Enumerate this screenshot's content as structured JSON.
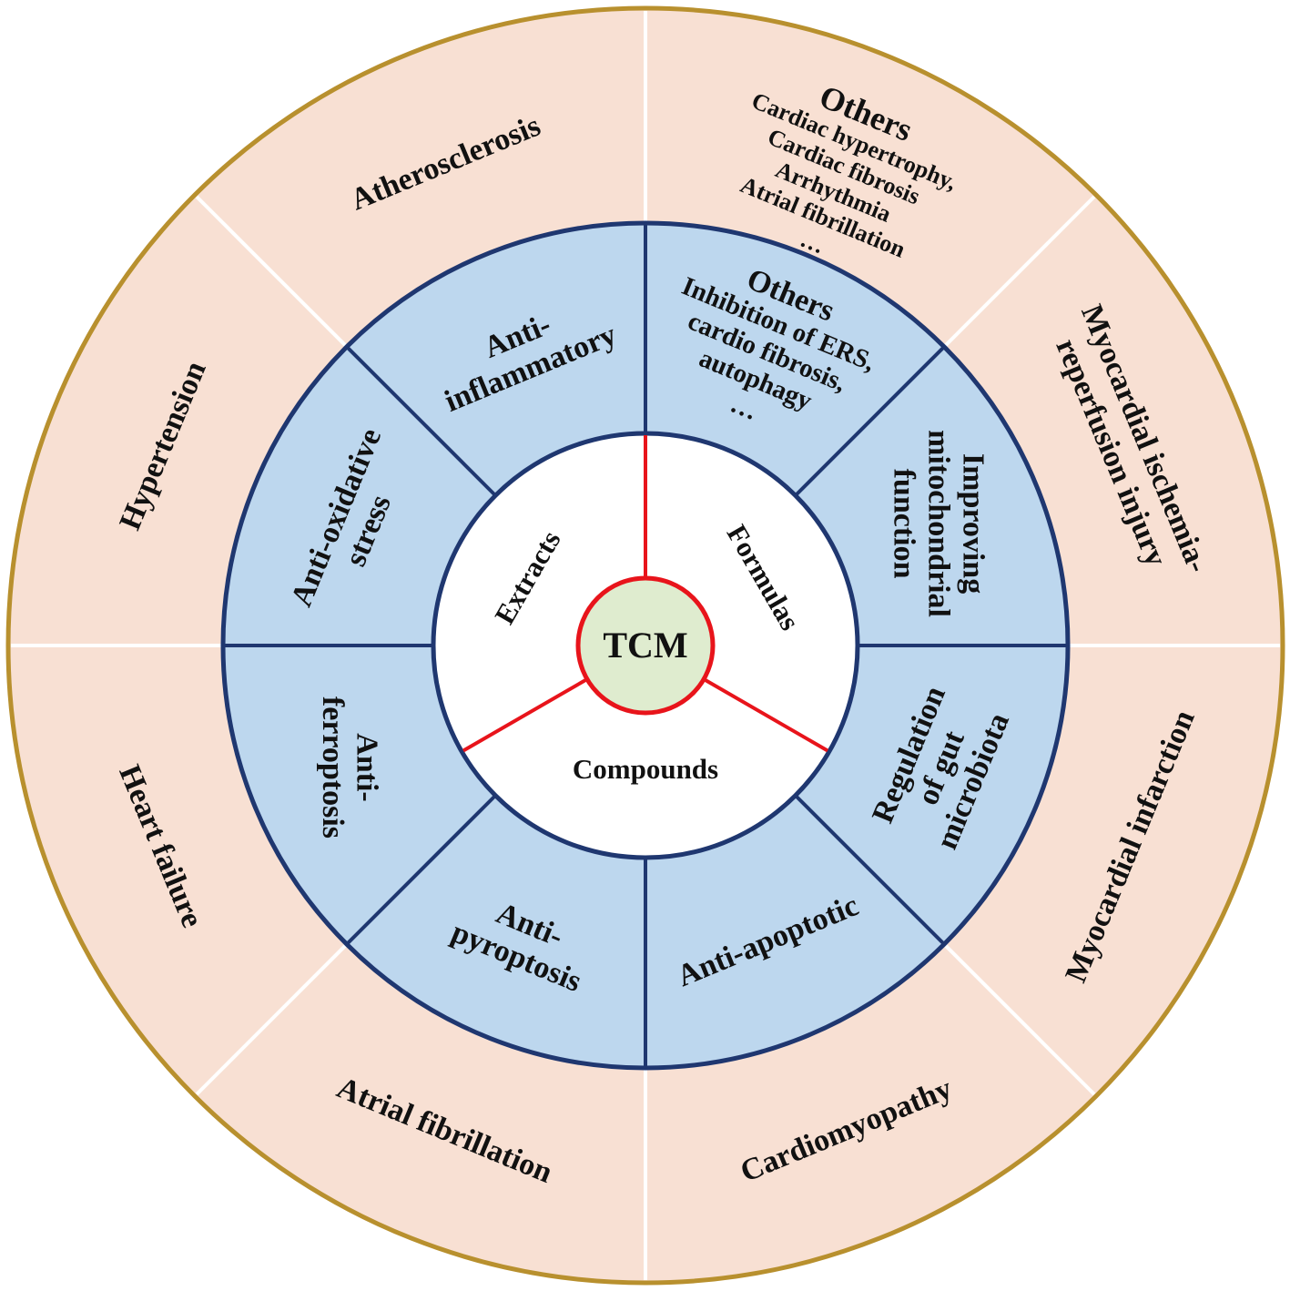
{
  "center": {
    "label": "TCM",
    "fill": "#dfeccf",
    "stroke": "#e8141b"
  },
  "sources": [
    {
      "id": "extracts",
      "label": "Extracts"
    },
    {
      "id": "formulas",
      "label": "Formulas"
    },
    {
      "id": "compounds",
      "label": "Compounds"
    }
  ],
  "mechanisms": [
    {
      "id": "others",
      "lines": [
        "Others",
        "Inhibition of ERS,",
        "cardio fibrosis,",
        "autophagy",
        "…"
      ]
    },
    {
      "id": "improving-mitochondrial-function",
      "lines": [
        "Improving",
        "mitochondrial",
        "function"
      ]
    },
    {
      "id": "regulation-of-gut-microbiota",
      "lines": [
        "Regulation",
        "of gut",
        "microbiota"
      ]
    },
    {
      "id": "anti-apoptotic",
      "lines": [
        "Anti-apoptotic"
      ]
    },
    {
      "id": "anti-pyroptosis",
      "lines": [
        "Anti-",
        "pyroptosis"
      ]
    },
    {
      "id": "anti-ferroptosis",
      "lines": [
        "Anti-",
        "ferroptosis"
      ]
    },
    {
      "id": "anti-oxidative-stress",
      "lines": [
        "Anti-oxidative",
        "stress"
      ]
    },
    {
      "id": "anti-inflammatory",
      "lines": [
        "Anti-",
        "inflammatory"
      ]
    }
  ],
  "diseases": [
    {
      "id": "others",
      "lines": [
        "Others",
        "Cardiac hypertrophy,",
        "Cardiac fibrosis",
        "Arrhythmia",
        "Atrial fibrillation",
        "…"
      ]
    },
    {
      "id": "myocardial-ischemia-reperfusion-injury",
      "lines": [
        "Myocardial ischemia-",
        "reperfusion injury"
      ]
    },
    {
      "id": "myocardial-infarction",
      "lines": [
        "Myocardial infarction"
      ]
    },
    {
      "id": "cardiomyopathy",
      "lines": [
        "Cardiomyopathy"
      ]
    },
    {
      "id": "atrial-fibrillation",
      "lines": [
        "Atrial fibrillation"
      ]
    },
    {
      "id": "heart-failure",
      "lines": [
        "Heart failure"
      ]
    },
    {
      "id": "hypertension",
      "lines": [
        "Hypertension"
      ]
    },
    {
      "id": "atherosclerosis",
      "lines": [
        "Atherosclerosis"
      ]
    }
  ],
  "colors": {
    "outer_ring": "#f8e0d3",
    "outer_border": "#b8902e",
    "middle_ring": "#bdd7ee",
    "middle_border": "#1f3770",
    "inner_disc": "#ffffff",
    "center_spokes": "#e8141b",
    "outer_dividers": "#ffffff"
  }
}
